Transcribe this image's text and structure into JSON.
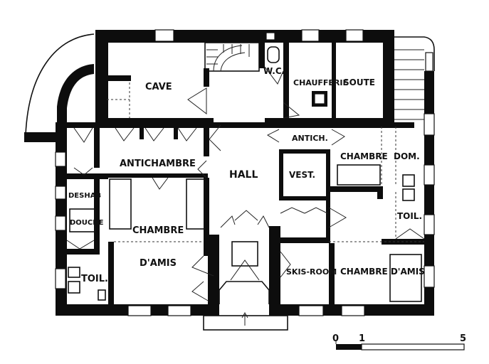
{
  "rooms": {
    "cave": "CAVE",
    "wc": "W.C.",
    "chaufferie": "CHAUFFERIE",
    "soute": "SOUTE",
    "antichambre": "ANTICHAMBRE",
    "antich": "ANTICH.",
    "chambre_dom": "CHAMBRE  DOM.",
    "hall": "HALL",
    "vest": "VEST.",
    "deshab": "DESHAB",
    "douche": "DOUCHE",
    "chambre_amis_left_line1": "CHAMBRE",
    "chambre_amis_left_line2": "D'AMIS",
    "toil_right": "TOIL.",
    "toil_left": "TOIL.",
    "skis_room": "SKIS-ROOM",
    "chambre_amis_right": "CHAMBRE D'AMIS"
  },
  "scale_bar": {
    "label_0": "0",
    "label_1": "1",
    "label_5": "5"
  },
  "colors": {
    "wall": "#0d0d0d",
    "background": "#ffffff"
  }
}
